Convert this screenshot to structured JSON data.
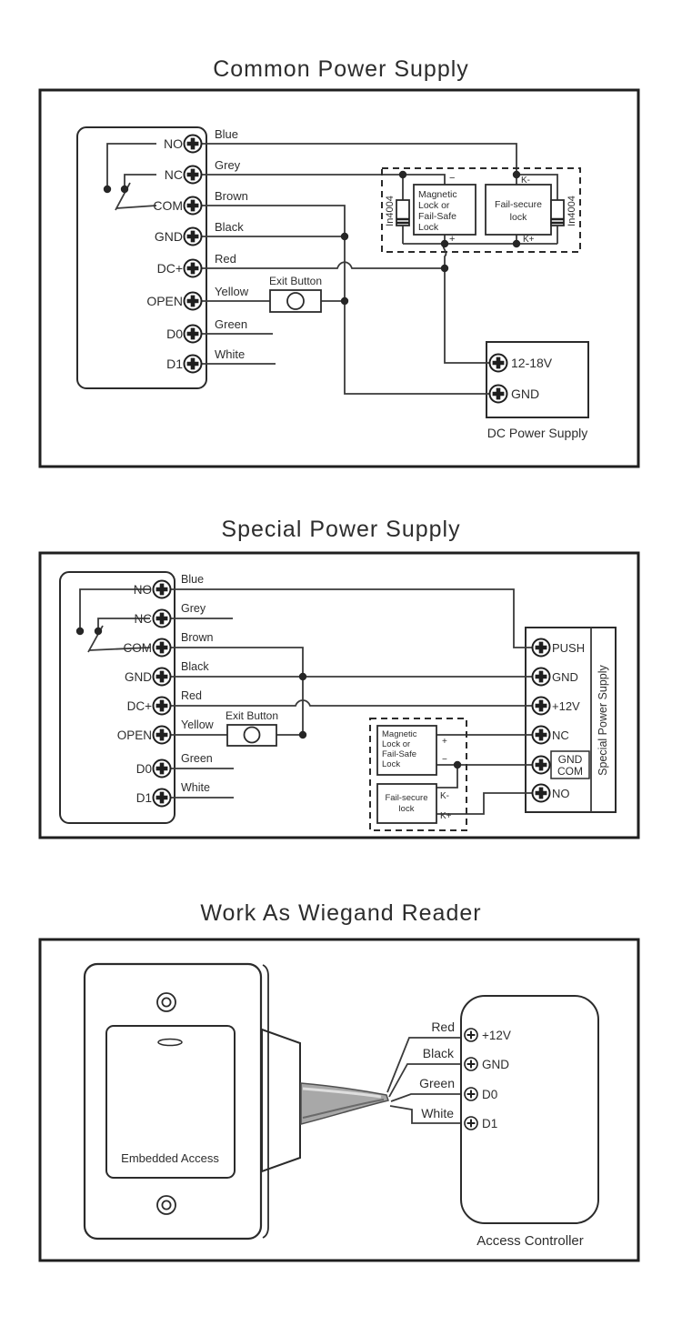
{
  "colors": {
    "title_green": "#7dc242",
    "line_dark": "#3a3a3a",
    "cable_grey": "#a8a8a8"
  },
  "s1": {
    "title": "Common Power Supply",
    "terminals": [
      "NO",
      "NC",
      "COM",
      "GND",
      "DC+",
      "OPEN",
      "D0",
      "D1"
    ],
    "wires": [
      "Blue",
      "Grey",
      "Brown",
      "Black",
      "Red",
      "Yellow",
      "Green",
      "White"
    ],
    "exit_button": "Exit Button",
    "diode_left": "In4004",
    "diode_right": "In4004",
    "magnetic_lock": [
      "Magnetic",
      "Lock or",
      "Fail-Safe",
      "Lock"
    ],
    "fail_secure": [
      "Fail-secure",
      "lock"
    ],
    "marks": {
      "minus": "−",
      "plus": "+",
      "k_minus": "K-",
      "k_plus": "K+"
    },
    "psu": {
      "volt": "12-18V",
      "gnd": "GND",
      "label": "DC Power Supply"
    }
  },
  "s2": {
    "title": "Special Power Supply",
    "terminals": [
      "NO",
      "NC",
      "COM",
      "GND",
      "DC+",
      "OPEN",
      "D0",
      "D1"
    ],
    "wires": [
      "Blue",
      "Grey",
      "Brown",
      "Black",
      "Red",
      "Yellow",
      "Green",
      "White"
    ],
    "exit_button": "Exit Button",
    "magnetic_lock": [
      "Magnetic",
      "Lock or",
      "Fail-Safe",
      "Lock"
    ],
    "fail_secure": [
      "Fail-secure",
      "lock"
    ],
    "marks": {
      "plus": "+",
      "minus": "−",
      "k_minus": "K-",
      "k_plus": "K+"
    },
    "supply": {
      "push": "PUSH",
      "gnd": "GND",
      "v12": "+12V",
      "nc": "NC",
      "gnd2": "GND",
      "com": "COM",
      "no": "NO",
      "label": "Special Power Supply"
    }
  },
  "s3": {
    "title": "Work As Wiegand Reader",
    "device_label": "Embedded Access",
    "wires": [
      "Red",
      "Black",
      "Green",
      "White"
    ],
    "terminals": [
      "+12V",
      "GND",
      "D0",
      "D1"
    ],
    "controller_label": "Access Controller"
  }
}
